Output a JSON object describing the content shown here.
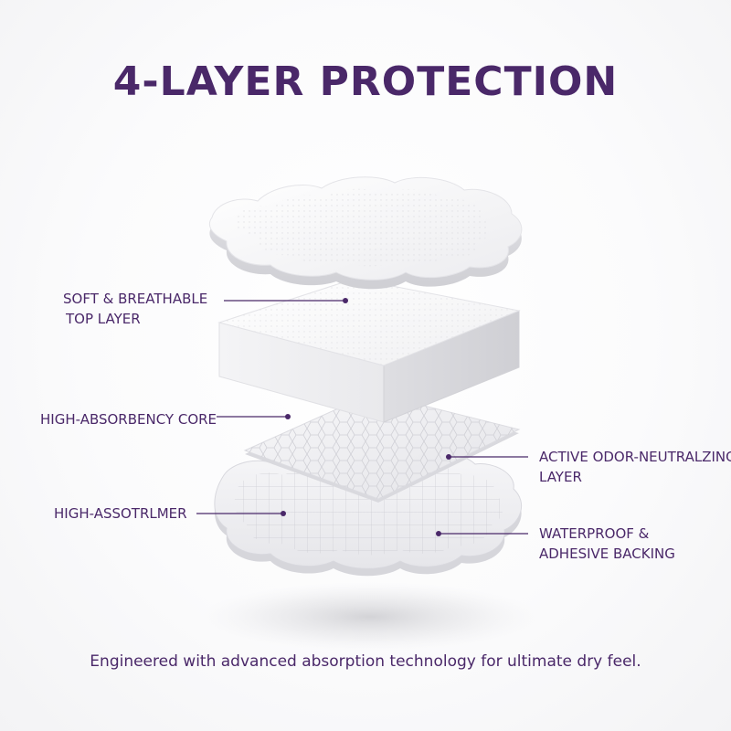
{
  "title": "4-LAYER PROTECTION",
  "tagline": "Engineered with advanced absorption technology for ultimate dry feel.",
  "callouts": [
    {
      "line1": "SOFT & BREATHABLE",
      "line2": "TOP LAYER"
    },
    {
      "line1": "HIGH-ABSORBENCY CORE"
    },
    {
      "line1": "HIGH-ASSOTRLMER"
    },
    {
      "line1": "ACTIVE ODOR-NEUTRALZING",
      "line2": "LAYER"
    },
    {
      "line1": "WATERPROOF &",
      "line2": "ADHESIVE BACKING"
    }
  ],
  "colors": {
    "accent": "#4a2869",
    "background": "#ffffff"
  }
}
